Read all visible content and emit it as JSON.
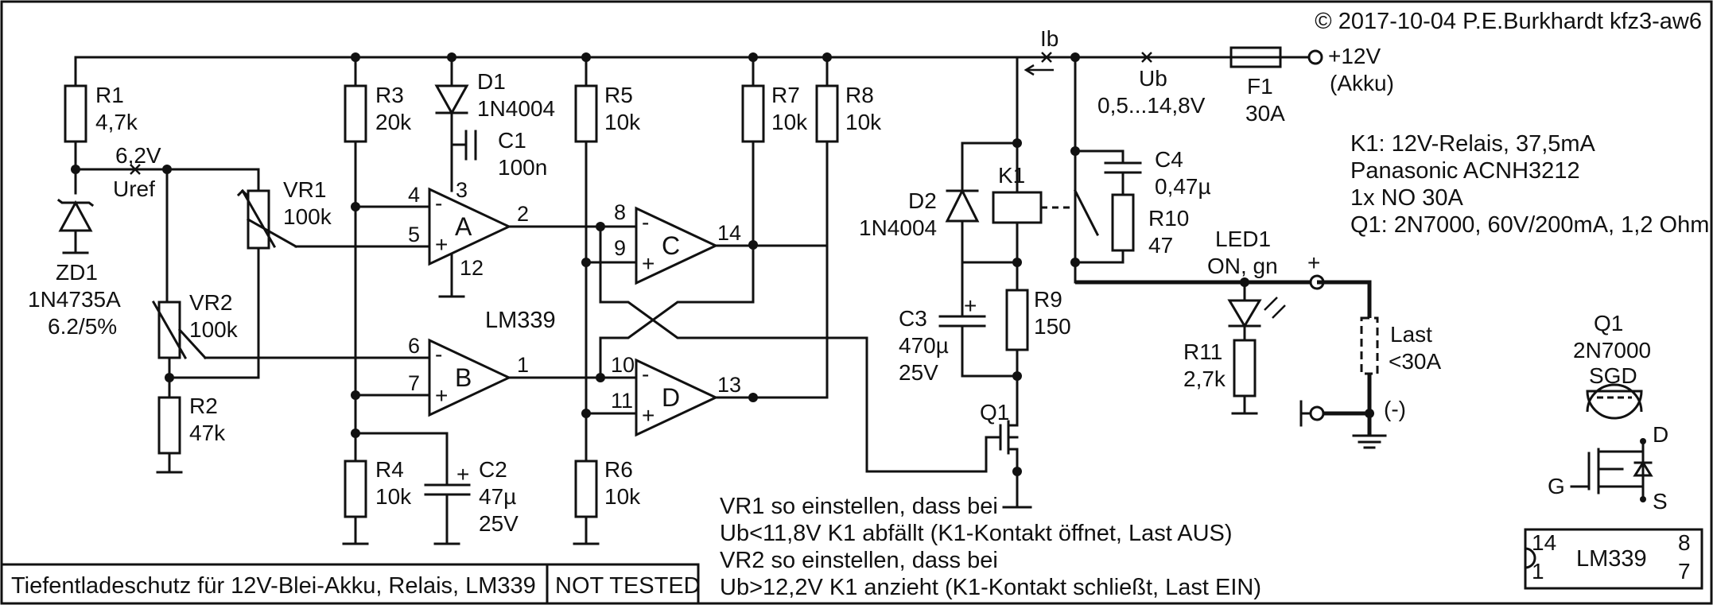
{
  "copyright": "© 2017-10-04 P.E.Burkhardt kfz3-aw6",
  "title": "Tiefentladeschutz für 12V-Blei-Akku, Relais, LM339",
  "status": "NOT TESTED",
  "supply": {
    "plus_label": "+12V",
    "plus_sub": "(Akku)",
    "minus_label": "(-)",
    "ib": "Ib",
    "ub": "Ub",
    "ub_range": "0,5...14,8V",
    "uref": "Uref",
    "uref_value": "6,2V"
  },
  "components": {
    "R1": {
      "ref": "R1",
      "value": "4,7k"
    },
    "R2": {
      "ref": "R2",
      "value": "47k"
    },
    "R3": {
      "ref": "R3",
      "value": "20k"
    },
    "R4": {
      "ref": "R4",
      "value": "10k"
    },
    "R5": {
      "ref": "R5",
      "value": "10k"
    },
    "R6": {
      "ref": "R6",
      "value": "10k"
    },
    "R7": {
      "ref": "R7",
      "value": "10k"
    },
    "R8": {
      "ref": "R8",
      "value": "10k"
    },
    "R9": {
      "ref": "R9",
      "value": "150"
    },
    "R10": {
      "ref": "R10",
      "value": "47"
    },
    "R11": {
      "ref": "R11",
      "value": "2,7k"
    },
    "VR1": {
      "ref": "VR1",
      "value": "100k"
    },
    "VR2": {
      "ref": "VR2",
      "value": "100k"
    },
    "ZD1": {
      "ref": "ZD1",
      "value": "1N4735A",
      "tol": "6.2/5%"
    },
    "D1": {
      "ref": "D1",
      "value": "1N4004"
    },
    "D2": {
      "ref": "D2",
      "value": "1N4004"
    },
    "C1": {
      "ref": "C1",
      "value": "100n"
    },
    "C2": {
      "ref": "C2",
      "value": "47µ",
      "volt": "25V"
    },
    "C3": {
      "ref": "C3",
      "value": "470µ",
      "volt": "25V"
    },
    "C4": {
      "ref": "C4",
      "value": "0,47µ"
    },
    "F1": {
      "ref": "F1",
      "value": "30A"
    },
    "K1": {
      "ref": "K1"
    },
    "LED1": {
      "ref": "LED1",
      "value": "ON, gn"
    },
    "Q1": {
      "ref": "Q1"
    },
    "LM339": {
      "ref": "LM339"
    },
    "LAST": {
      "ref": "Last",
      "value": "<30A"
    }
  },
  "opamps": {
    "A": "A",
    "B": "B",
    "C": "C",
    "D": "D"
  },
  "pins": {
    "p1": "1",
    "p2": "2",
    "p3": "3",
    "p4": "4",
    "p5": "5",
    "p6": "6",
    "p7": "7",
    "p8": "8",
    "p9": "9",
    "p10": "10",
    "p11": "11",
    "p12": "12",
    "p13": "13",
    "p14": "14"
  },
  "signs": {
    "plus": "+",
    "minus": "-"
  },
  "notes": [
    "K1: 12V-Relais, 37,5mA",
    "Panasonic ACNH3212",
    "1x NO 30A",
    "Q1: 2N7000, 60V/200mA, 1,2 Ohm"
  ],
  "q1_pinout": {
    "ref": "Q1",
    "part": "2N7000",
    "pins": "SGD",
    "d": "D",
    "g": "G",
    "s": "S"
  },
  "ic_pinout": {
    "part": "LM339",
    "p14": "14",
    "p1": "1",
    "p8": "8",
    "p7": "7"
  },
  "instructions": [
    "VR1 so einstellen, dass bei",
    "Ub<11,8V K1 abfällt (K1-Kontakt öffnet, Last AUS)",
    "VR2 so einstellen, dass bei",
    "Ub>12,2V K1 anzieht (K1-Kontakt schließt, Last EIN)"
  ]
}
